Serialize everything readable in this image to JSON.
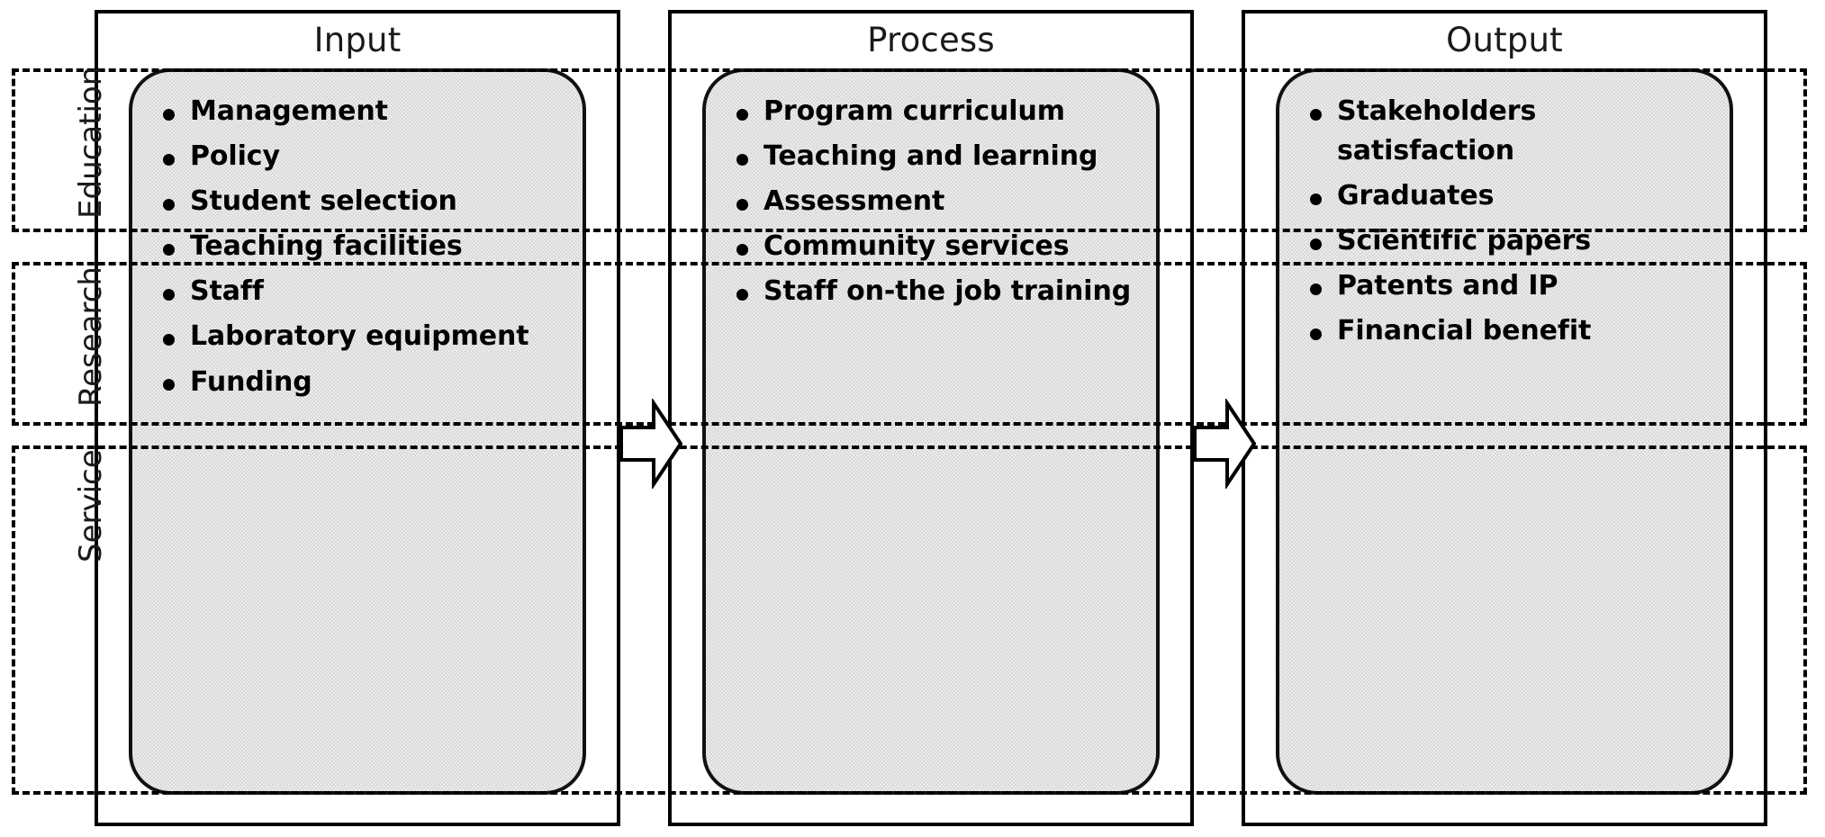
{
  "diagram": {
    "title": "Education system input-process-output matrix",
    "columns": [
      {
        "id": "input",
        "label": "Input",
        "items": [
          "Management",
          "Policy",
          "Student selection",
          "Teaching facilities",
          "Staff",
          "Laboratory equipment",
          "Funding"
        ]
      },
      {
        "id": "process",
        "label": "Process",
        "items": [
          "Program curriculum",
          "Teaching and learning",
          "Assessment",
          "Community services",
          "Staff on-the job training"
        ]
      },
      {
        "id": "output",
        "label": "Output",
        "items": [
          "Stakeholders satisfaction",
          "Graduates",
          "Scientific papers",
          "Patents and IP",
          "Financial benefit"
        ]
      }
    ],
    "rows": [
      {
        "id": "education",
        "label": "Education"
      },
      {
        "id": "research",
        "label": "Research"
      },
      {
        "id": "service",
        "label": "Service"
      }
    ],
    "connectors": [
      {
        "id": "input-to-process",
        "icon": "right-arrow-icon"
      },
      {
        "id": "process-to-output",
        "icon": "right-arrow-icon"
      }
    ],
    "colors": {
      "stroke": "#000000",
      "box_fill": "#ececec",
      "text": "#000000",
      "title_text": "#1a1a1a"
    }
  }
}
